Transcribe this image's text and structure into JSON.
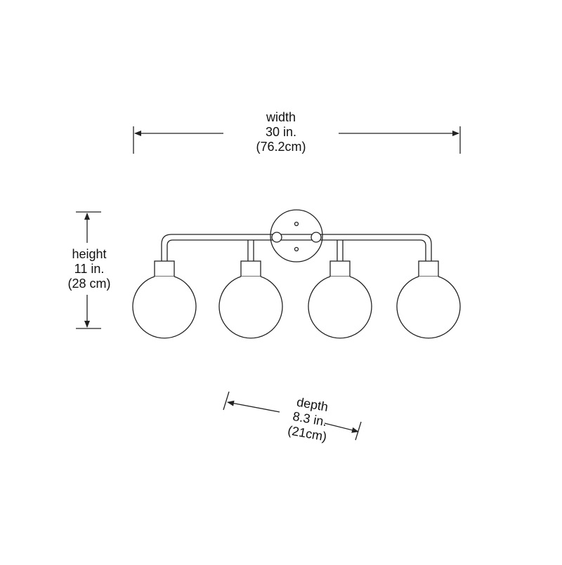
{
  "dimensions": {
    "width": {
      "label": "width",
      "inches": "30 in.",
      "metric": "(76.2cm)"
    },
    "height": {
      "label": "height",
      "inches": "11 in.",
      "metric": "(28 cm)"
    },
    "depth": {
      "label": "depth",
      "inches": "8.3 in.",
      "metric": "(21cm)"
    }
  },
  "fixture": {
    "shade_count": 4,
    "line_color": "#222222",
    "background": "#ffffff"
  }
}
